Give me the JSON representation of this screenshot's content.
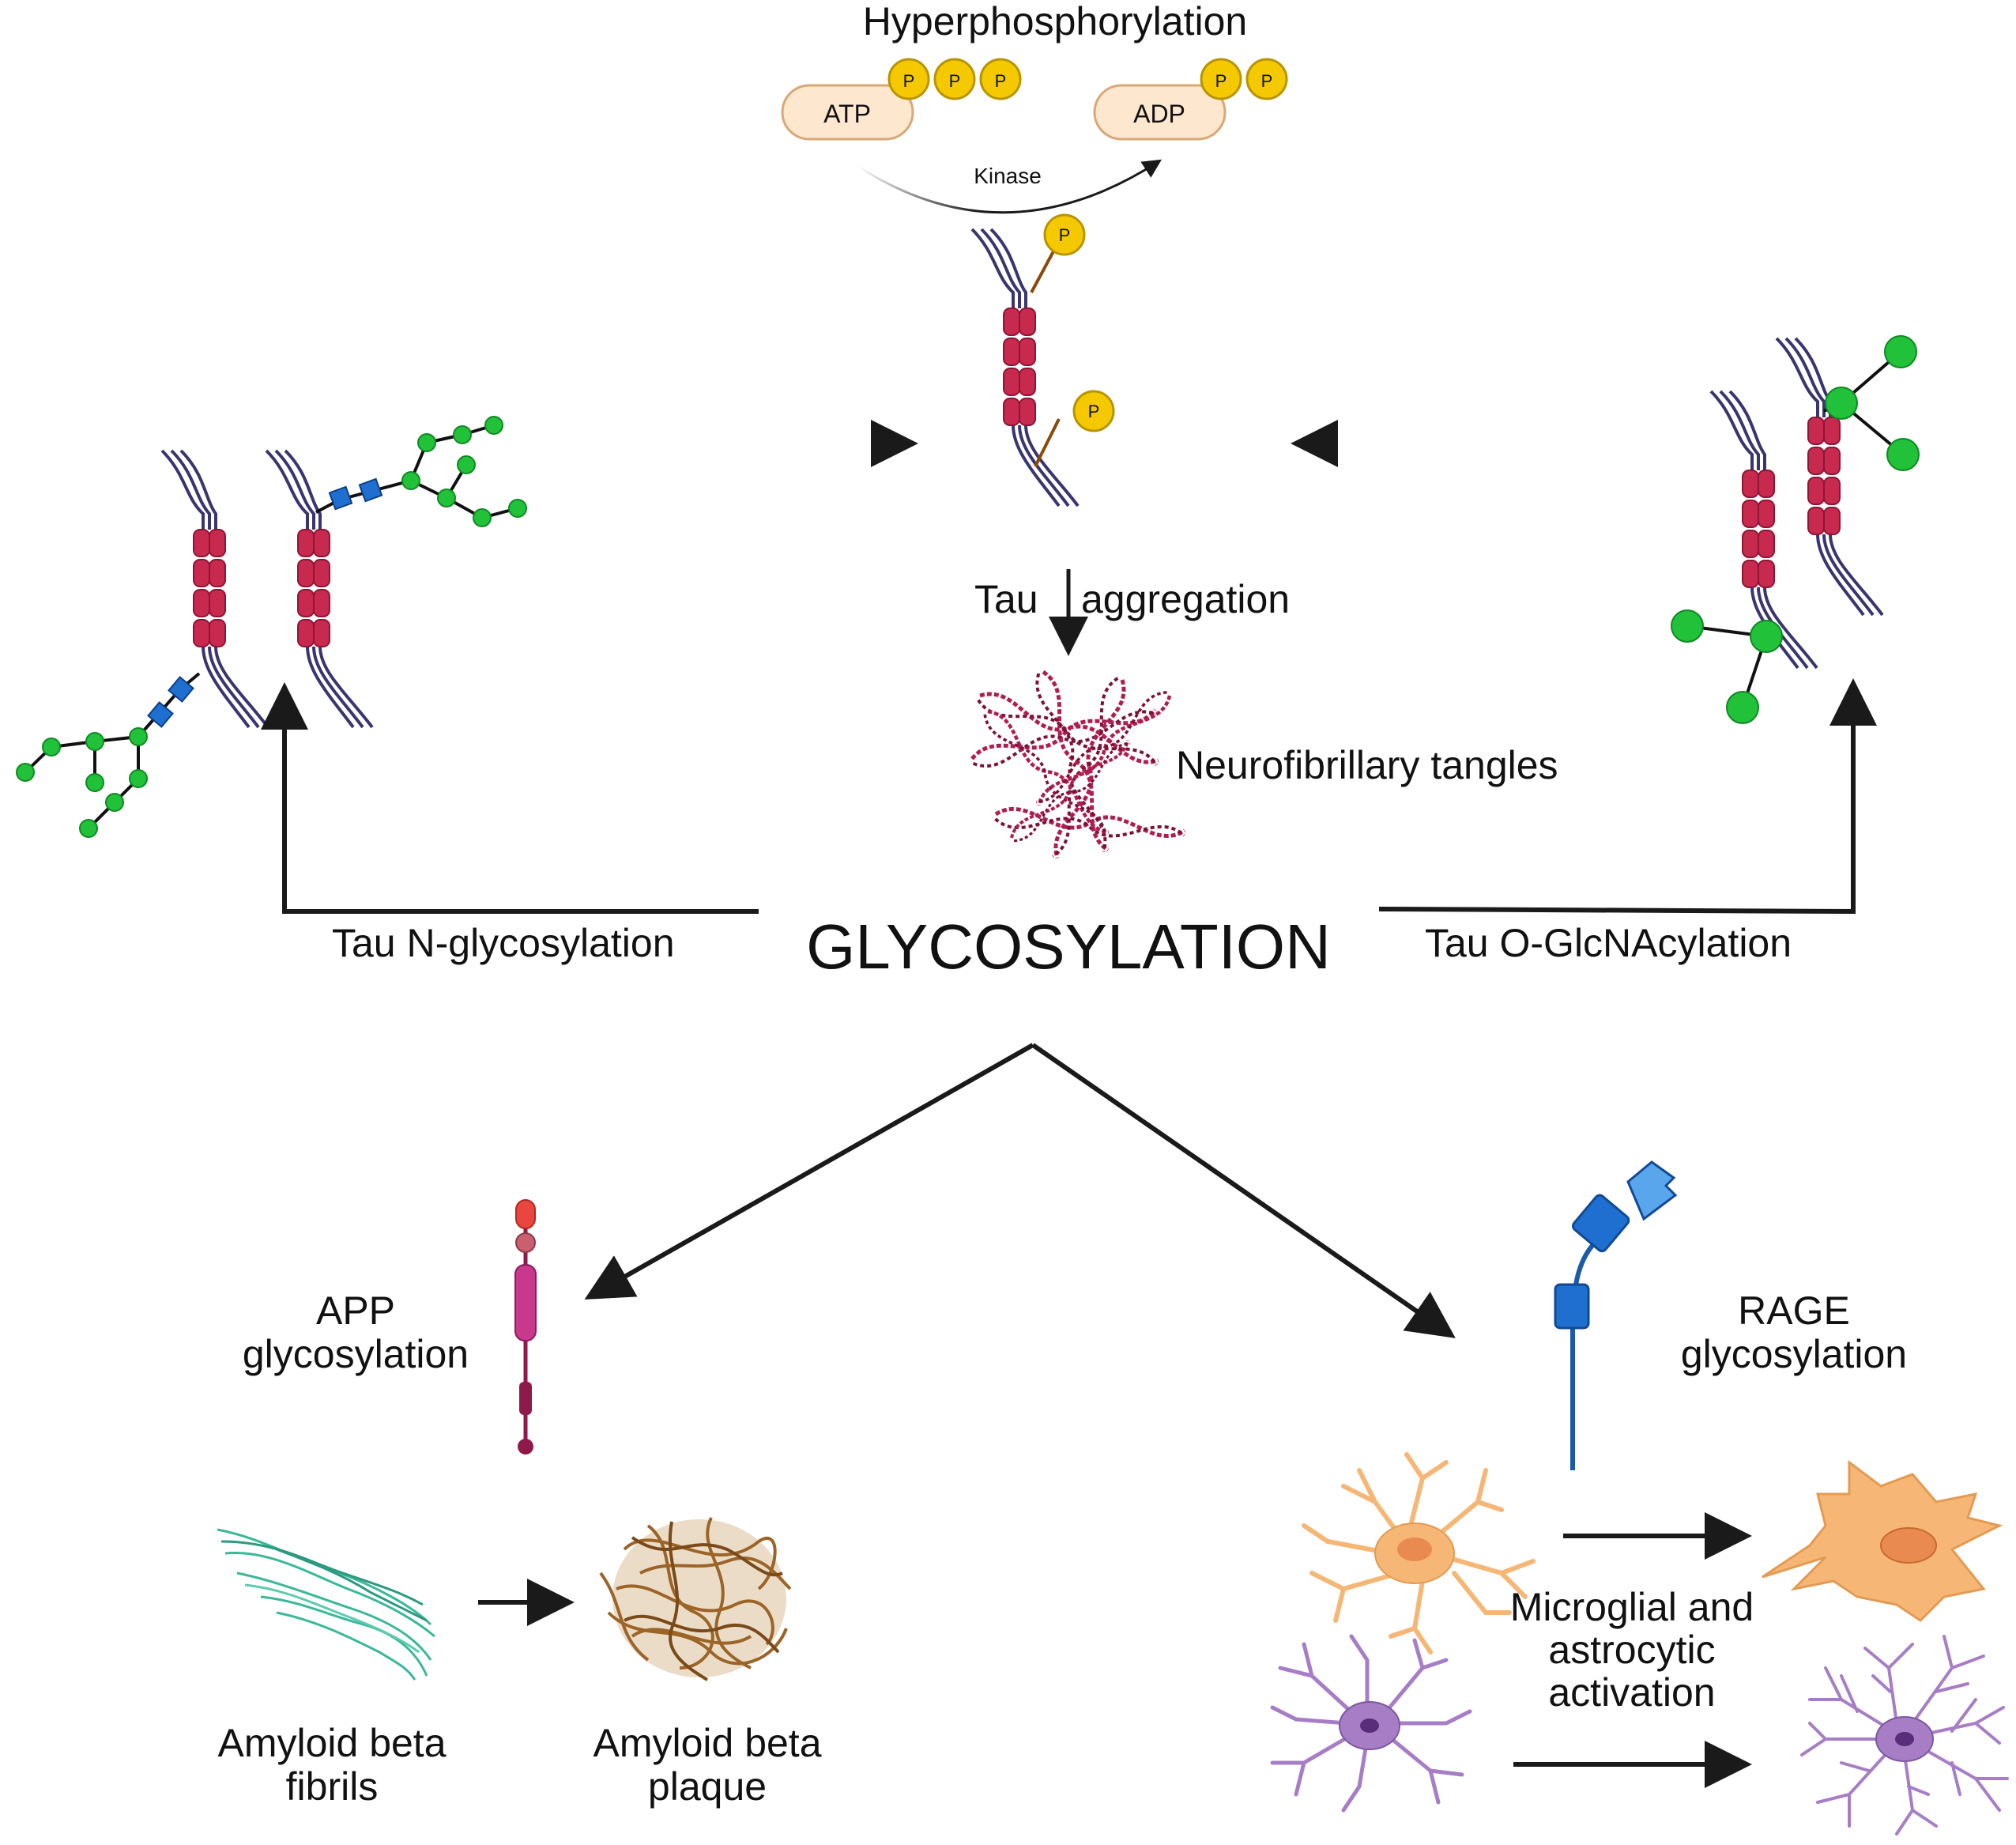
{
  "title": "GLYCOSYLATION",
  "hyperphosphorylation": {
    "heading": "Hyperphosphorylation",
    "atp": "ATP",
    "adp": "ADP",
    "kinase": "Kinase",
    "phosphate": "P"
  },
  "tau_aggregation": {
    "left": "Tau",
    "right": "aggregation"
  },
  "neurofibrillary_tangles": "Neurofibrillary tangles",
  "tau_n_glycosylation": "Tau N-glycosylation",
  "tau_o_glcnacylation": "Tau O-GlcNAcylation",
  "app_glycosylation": [
    "APP",
    "glycosylation"
  ],
  "rage_glycosylation": [
    "RAGE",
    "glycosylation"
  ],
  "amyloid_fibrils": [
    "Amyloid beta",
    "fibrils"
  ],
  "amyloid_plaque": [
    "Amyloid beta",
    "plaque"
  ],
  "glial_activation": [
    "Microglial and",
    "astrocytic",
    "activation"
  ],
  "colors": {
    "tau_repeat": "#c8294f",
    "microtubule": "#3a3470",
    "phosphate": "#f5c900",
    "glycan_green": "#22c13a",
    "glycan_blue": "#1e6fd0",
    "microglia": "#f6b776",
    "astrocyte": "#a77ec6",
    "fibrils": "#3ab89a",
    "plaque": "#9c6426",
    "rage": "#1b5aa8",
    "app": "#c8398e"
  }
}
